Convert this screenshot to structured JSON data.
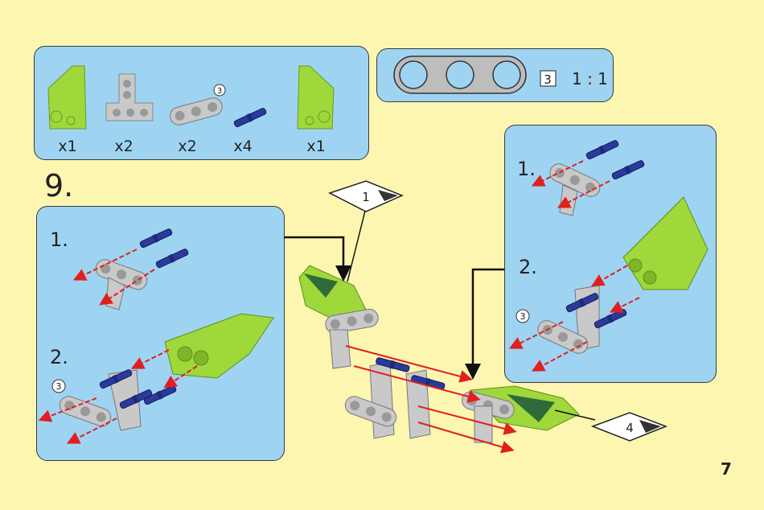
{
  "parts_list": {
    "items": [
      {
        "part": "green-panel-left",
        "qty": "x1"
      },
      {
        "part": "grey-t-beam",
        "qty": "x2"
      },
      {
        "part": "grey-beam-3",
        "qty": "x2",
        "badge": "3"
      },
      {
        "part": "blue-pin",
        "qty": "x4"
      },
      {
        "part": "green-panel-right",
        "qty": "x1"
      }
    ]
  },
  "scale_box": {
    "count": "3",
    "ratio": "1 : 1"
  },
  "step": {
    "number": "9."
  },
  "left_sub": {
    "sub1": "1.",
    "sub2": "2.",
    "badge": "3"
  },
  "right_sub": {
    "sub1": "1.",
    "sub2": "2.",
    "badge": "3"
  },
  "callouts": {
    "first": "1",
    "second": "4"
  },
  "page_number": "7",
  "colors": {
    "background": "#fdf6b1",
    "panel": "#9ed4f2",
    "green": "#9ed83a",
    "grey": "#c8c8c8",
    "blue": "#2a3a9a",
    "arrow": "#e02020"
  }
}
